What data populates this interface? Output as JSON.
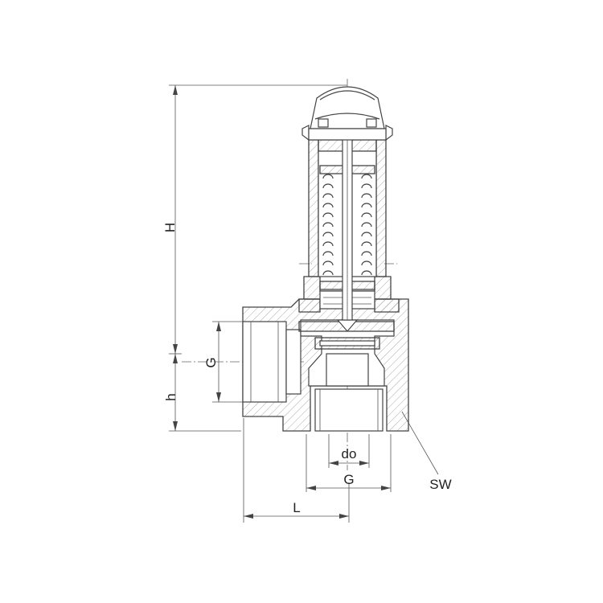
{
  "labels": {
    "height": "H",
    "inlet_thread": "G",
    "inlet_height": "h",
    "bore": "do",
    "outlet_thread": "G",
    "length": "L",
    "wrench": "SW"
  },
  "colors": {
    "line": "#444444",
    "background": "#ffffff"
  }
}
